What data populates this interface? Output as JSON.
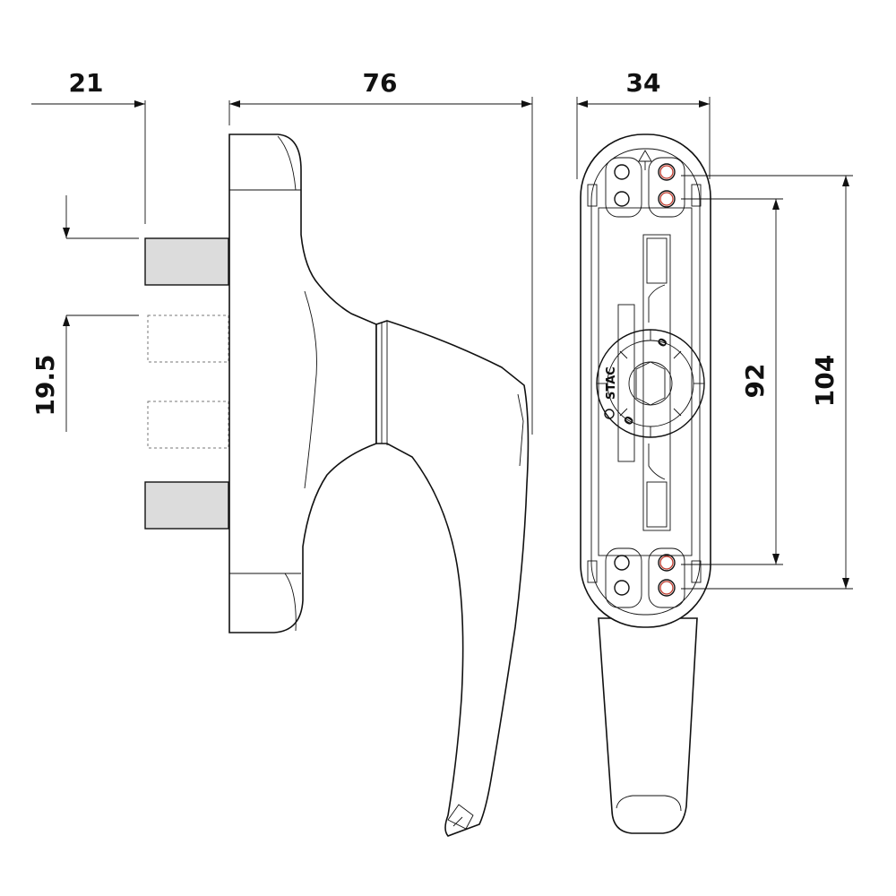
{
  "dimensions": {
    "spindle_length": "21",
    "handle_depth": "76",
    "base_width": "34",
    "spindle_spacing": "19.5",
    "screw_spacing": "92",
    "base_height": "104"
  },
  "logo": {
    "text": "STAC"
  },
  "base_markings": {
    "marking_top": "0",
    "marking_bottom": "0"
  },
  "colors": {
    "line": "#111111",
    "spindle_fill": "#dcdcdc",
    "screw_highlight": "#c0392b"
  }
}
